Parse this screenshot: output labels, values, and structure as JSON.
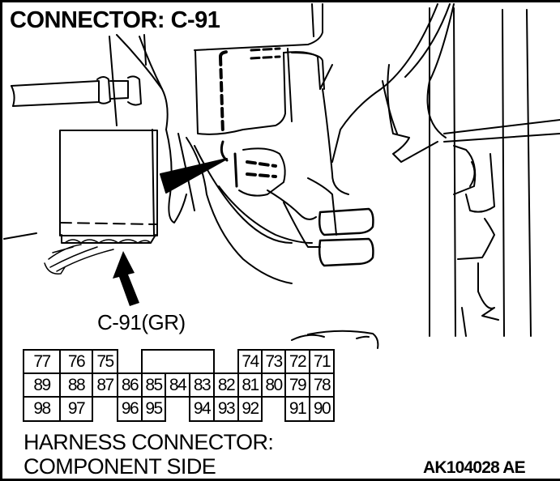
{
  "title": "CONNECTOR: C-91",
  "connector_callout": "C-91(GR)",
  "caption_line1": "HARNESS CONNECTOR:",
  "caption_line2": "COMPONENT SIDE",
  "figure_code": "AK104028 AE",
  "pin_layout": {
    "row1": [
      {
        "pin": "77",
        "col": 0,
        "span": 1
      },
      {
        "pin": "76",
        "col": 1,
        "span": 1
      },
      {
        "pin": "75",
        "col": 2,
        "span": 1
      },
      {
        "pin": "",
        "col": 4,
        "span": 3
      },
      {
        "pin": "74",
        "col": 8,
        "span": 1
      },
      {
        "pin": "73",
        "col": 9,
        "span": 1
      },
      {
        "pin": "72",
        "col": 10,
        "span": 1
      },
      {
        "pin": "71",
        "col": 11,
        "span": 1
      }
    ],
    "row2": [
      {
        "pin": "89",
        "col": 0,
        "span": 1
      },
      {
        "pin": "88",
        "col": 1,
        "span": 1
      },
      {
        "pin": "87",
        "col": 2,
        "span": 1
      },
      {
        "pin": "86",
        "col": 3,
        "span": 1
      },
      {
        "pin": "85",
        "col": 4,
        "span": 1
      },
      {
        "pin": "84",
        "col": 5,
        "span": 1
      },
      {
        "pin": "83",
        "col": 6,
        "span": 1
      },
      {
        "pin": "82",
        "col": 7,
        "span": 1
      },
      {
        "pin": "81",
        "col": 8,
        "span": 1
      },
      {
        "pin": "80",
        "col": 9,
        "span": 1
      },
      {
        "pin": "79",
        "col": 10,
        "span": 1
      },
      {
        "pin": "78",
        "col": 11,
        "span": 1
      }
    ],
    "row3": [
      {
        "pin": "98",
        "col": 0,
        "span": 1
      },
      {
        "pin": "97",
        "col": 1,
        "span": 1
      },
      {
        "pin": "96",
        "col": 3,
        "span": 1
      },
      {
        "pin": "95",
        "col": 4,
        "span": 1
      },
      {
        "pin": "94",
        "col": 6,
        "span": 1
      },
      {
        "pin": "93",
        "col": 7,
        "span": 1
      },
      {
        "pin": "92",
        "col": 8,
        "span": 1
      },
      {
        "pin": "91",
        "col": 10,
        "span": 1
      },
      {
        "pin": "90",
        "col": 11,
        "span": 1
      }
    ]
  }
}
